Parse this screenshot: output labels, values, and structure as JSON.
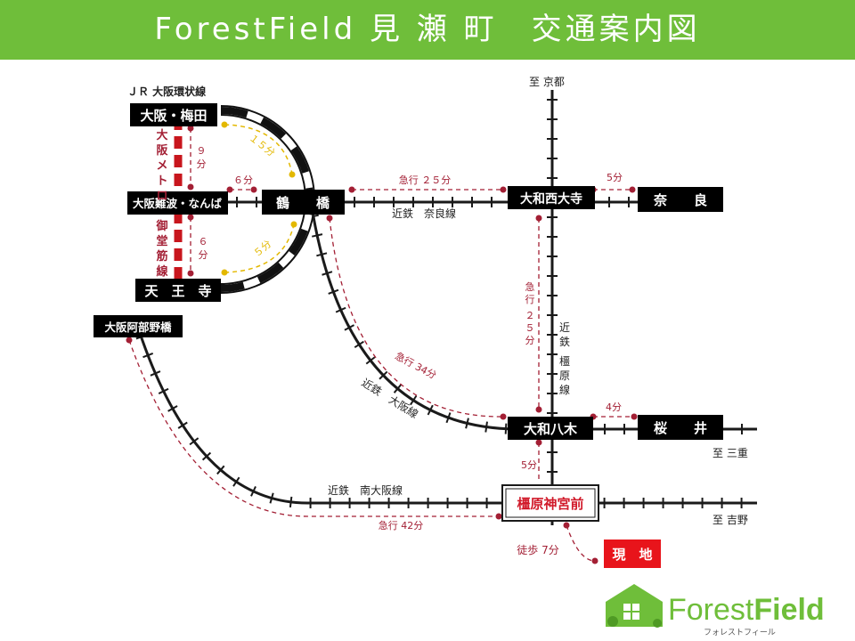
{
  "header": {
    "title": "ForestField 見 瀬 町　交通案内図",
    "bg_color": "#6fbe3a"
  },
  "stations": {
    "osaka_umeda": "大阪・梅田",
    "namba": "大阪難波・なんば",
    "tennoji": "天　王　寺",
    "tsuruhashi": "鶴　　橋",
    "yamato_saidaiji": "大和西大寺",
    "nara": "奈　　良",
    "yamato_yagi": "大和八木",
    "sakurai": "桜　　井",
    "abenobashi": "大阪阿部野橋",
    "kashiharajingumae": "橿原神宮前",
    "site": "現　地"
  },
  "lines": {
    "jr_loop": "ＪＲ 大阪環状線",
    "midosuji": "大阪メトロ御堂筋線",
    "nara_line": "近鉄　奈良線",
    "kashihara_line": "近鉄橿原線",
    "osaka_line": "近鉄　大阪線",
    "minami_osaka_line": "近鉄　南大阪線"
  },
  "directions": {
    "kyoto": "至 京都",
    "mie": "至 三重",
    "yoshino": "至 吉野"
  },
  "times": {
    "umeda_tsuruhashi": "１５分",
    "tennoji_tsuruhashi": "５分",
    "umeda_namba": "９分",
    "namba_tsuruhashi": "６分",
    "namba_tennoji": "６分",
    "tsuruhashi_saidaiji": "急行 ２５分",
    "saidaiji_nara": "5分",
    "saidaiji_yagi": "急行２５分",
    "tsuruhashi_yagi": "急行 34分",
    "yagi_sakurai": "4分",
    "yagi_jingumae": "5分",
    "abenobashi_jingumae": "急行 42分",
    "walk": "徒歩 7分"
  },
  "logo": {
    "forest": "Forest",
    "field": "Field",
    "kana": "フォレストフィール"
  },
  "colors": {
    "track": "#1a1a1a",
    "station_box": "#000000",
    "route_red": "#a31f34",
    "metro_red": "#c8161d",
    "jr_yellow": "#e3b800",
    "site_red": "#e8141b",
    "logo_green": "#6fbe3a"
  }
}
